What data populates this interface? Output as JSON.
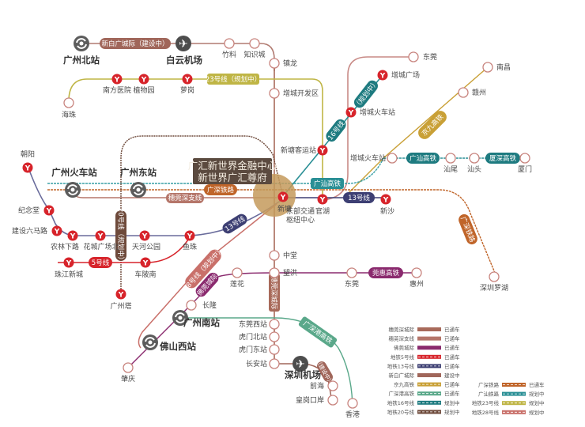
{
  "title_box": {
    "line1": "广汇新世界金融中心",
    "line2": "新世界广汇尊府"
  },
  "colors": {
    "metro_red": "#d7242b",
    "line13": "#3d3f73",
    "line5": "#d7242b",
    "line23": "#bfb545",
    "line16": "#1e7b80",
    "line20": "#6e4a3b",
    "line28": "#c9706a",
    "guangshan": "#2a8f95",
    "guangshen_rail": "#c0652a",
    "suiguan_intercity": "#a86a5a",
    "suiguan_branch": "#a86a5a",
    "foguan": "#8a2a6e",
    "xinbai": "#a0665a",
    "jingjiu": "#c9a036",
    "guangshengang": "#5aa88a",
    "hub": "#c49a5c",
    "title_bg": "#5b4a3f"
  },
  "hubs": [
    {
      "name": "广州北站",
      "type": "rail"
    },
    {
      "name": "广州火车站",
      "type": "rail"
    },
    {
      "name": "广州东站",
      "type": "rail"
    },
    {
      "name": "广州南站",
      "type": "rail"
    },
    {
      "name": "佛山西站",
      "type": "rail"
    },
    {
      "name": "白云机场",
      "type": "airport"
    },
    {
      "name": "深圳机场",
      "type": "airport"
    }
  ],
  "stations": {
    "metro": [
      "南方医院",
      "植物园",
      "萝岗",
      "新塘客运站",
      "增城火车站",
      "增城广场",
      "新塘",
      "官湖",
      "新沙",
      "朝阳",
      "纪念堂",
      "建设六马路",
      "农林下路",
      "花城广场北",
      "天河公园",
      "鱼珠",
      "珠江新城",
      "车陂南",
      "广州塔"
    ],
    "other": [
      "竹料",
      "知识城",
      "镇龙",
      "增城开发区",
      "海珠",
      "东莞",
      "南昌",
      "赣州",
      "增城火车站",
      "汕尾",
      "汕头",
      "厦门",
      "深圳罗湖",
      "中堂",
      "望洪",
      "东莞",
      "惠州",
      "莲花",
      "长隆",
      "肇庆",
      "东莞西站",
      "虎门北站",
      "虎门东站",
      "长安站",
      "前海",
      "皇岗口岸",
      "香港"
    ],
    "hub_note": "东部交通枢纽中心"
  },
  "line_tags": {
    "xinbai": "新白广城际（建设中）",
    "line23": "23号线（规划中）",
    "line16a": "16号线",
    "line16b": "（规划中）",
    "jingjiu": "京九高铁",
    "guangshan": "广汕高铁",
    "xiashen": "厦深高铁",
    "guangshen_rail": "广深铁路",
    "suiguan_branch": "穗莞深支线",
    "line13a": "13号线",
    "line13b": "13号线",
    "line20": "20号线（规划中）",
    "line5": "5号线",
    "line28": "28号线（规划中）",
    "foguan": "佛莞城际",
    "guanhui": "莞惠高铁",
    "suiguan_intercity": "穗莞深城际",
    "guangshengang": "广深港高铁",
    "shenzhen_jichang": "（建设中）",
    "guangshen_rail_v": "广深铁路"
  },
  "legend": {
    "col1": [
      {
        "name": "穗莞深城际",
        "status": "已通车",
        "color": "#a86a5a",
        "style": "solid"
      },
      {
        "name": "穗莞深支线",
        "status": "已通车",
        "color": "#b5766a",
        "style": "solid"
      },
      {
        "name": "佛莞城际",
        "status": "已通车",
        "color": "#8a2a6e",
        "style": "solid"
      },
      {
        "name": "地铁5号线",
        "status": "已通车",
        "color": "#d7242b",
        "style": "dashed"
      },
      {
        "name": "地铁13号线",
        "status": "已通车",
        "color": "#3d3f73",
        "style": "dashed"
      },
      {
        "name": "新白广城际",
        "status": "建设中",
        "color": "#a0665a",
        "style": "solid"
      },
      {
        "name": "京九高铁",
        "status": "已通车",
        "color": "#c9a036",
        "style": "dashed"
      },
      {
        "name": "广深港高铁",
        "status": "已通车",
        "color": "#5aa88a",
        "style": "dashed"
      },
      {
        "name": "地铁16号线",
        "status": "规划中",
        "color": "#1e7b80",
        "style": "dashed"
      },
      {
        "name": "地铁20号线",
        "status": "规划中",
        "color": "#6e4a3b",
        "style": "dashed"
      }
    ],
    "col2": [
      {
        "name": "广深铁路",
        "status": "已通车",
        "color": "#c0652a",
        "style": "dashed"
      },
      {
        "name": "广汕铁路",
        "status": "规划中",
        "color": "#2a8f95",
        "style": "dashed"
      },
      {
        "name": "地铁23号线",
        "status": "规划中",
        "color": "#bfb545",
        "style": "dashed"
      },
      {
        "name": "地铁28号线",
        "status": "规划中",
        "color": "#c9706a",
        "style": "dashed"
      }
    ]
  }
}
